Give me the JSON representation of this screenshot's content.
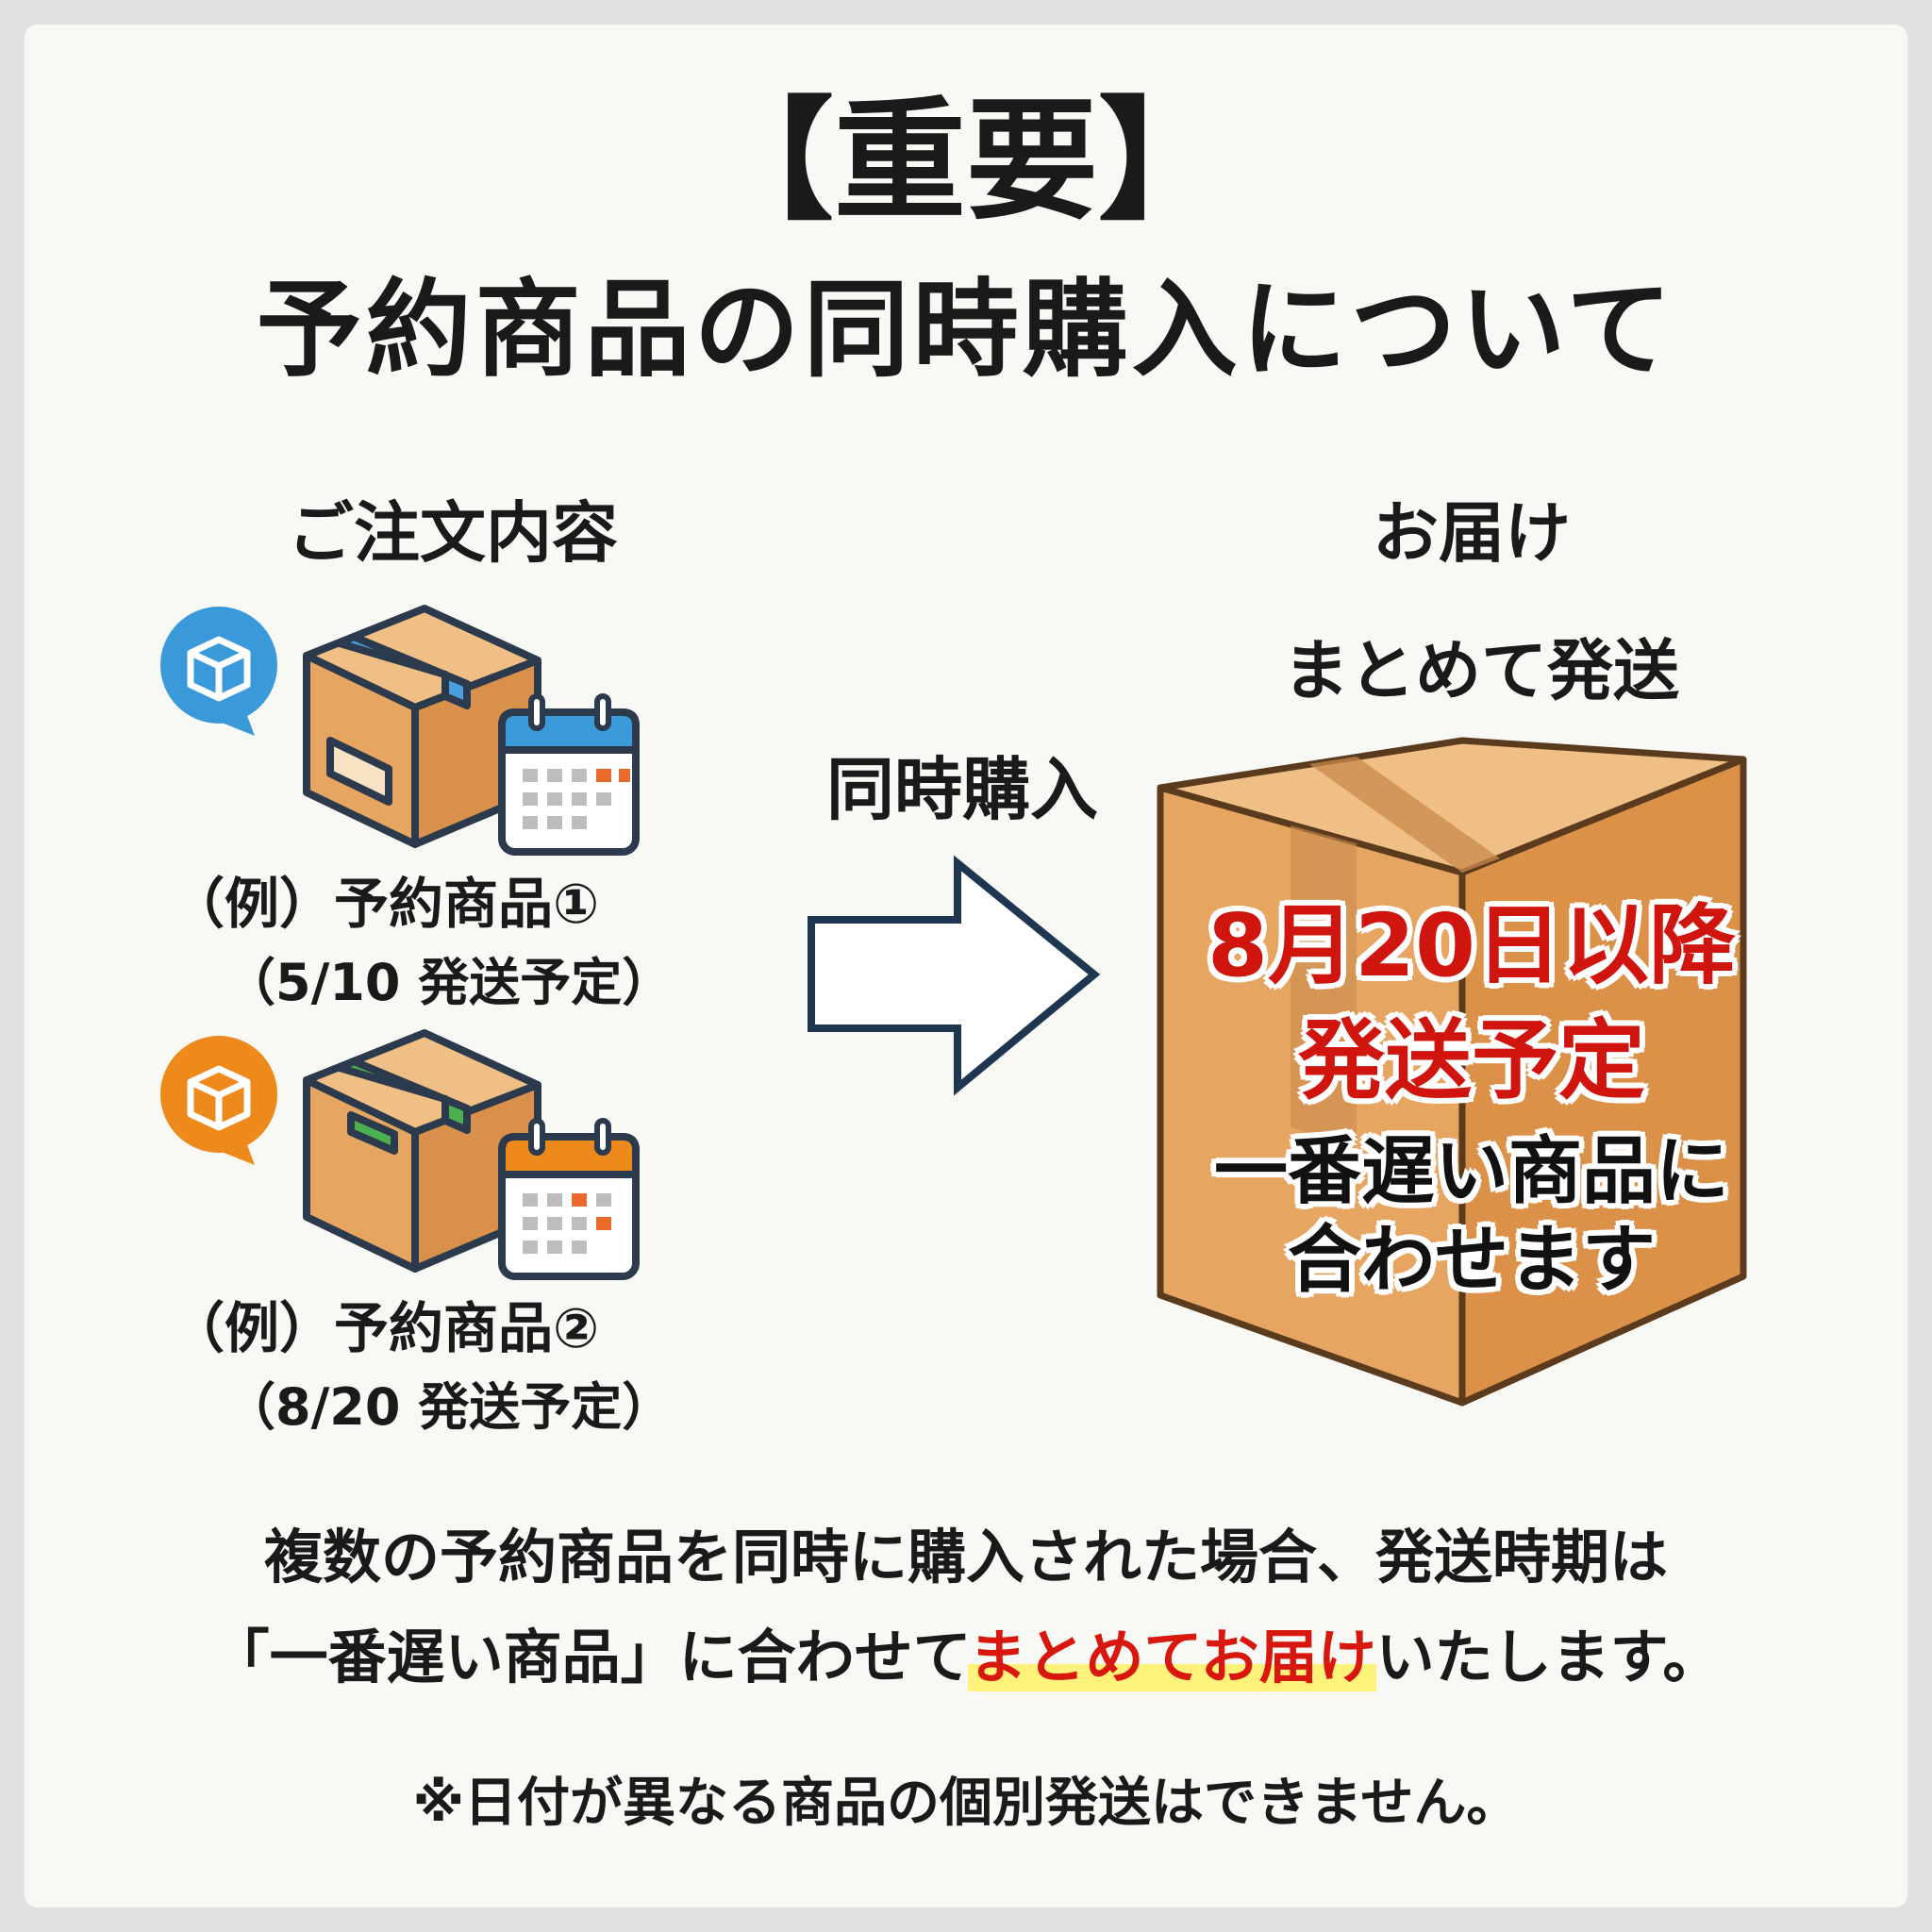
{
  "title": {
    "line1": "【重要】",
    "line2": "予約商品の同時購入について"
  },
  "order": {
    "heading": "ご注文内容",
    "items": [
      {
        "label": "（例）予約商品①",
        "date": "（5/10 発送予定）",
        "accent": "#3a9ad9",
        "tape": "#4a9fe0",
        "calendar_header": "#3a9ad9"
      },
      {
        "label": "（例）予約商品②",
        "date": "（8/20 発送予定）",
        "accent": "#ee8a1c",
        "tape": "#4caf50",
        "calendar_header": "#ee8a1c"
      }
    ]
  },
  "arrow": {
    "label": "同時購入"
  },
  "delivery": {
    "heading": "お届け",
    "subheading": "まとめて発送",
    "box_red_line1": "8月20日以降",
    "box_red_line2": "発送予定",
    "box_black_line1": "一番遅い商品に",
    "box_black_line2": "合わせます"
  },
  "paragraph": {
    "line1": "複数の予約商品を同時に購入された場合、発送時期は",
    "line2_prefix": "「一番遅い商品」に合わせて",
    "line2_highlight": "まとめてお届け",
    "line2_suffix": "いたします。"
  },
  "note": "※日付が異なる商品の個別発送はできません。",
  "colors": {
    "red": "#d0150f",
    "box_front": "#e7a562",
    "box_side": "#d9904a",
    "box_top": "#f0bf85",
    "outline": "#2b3a4c"
  }
}
